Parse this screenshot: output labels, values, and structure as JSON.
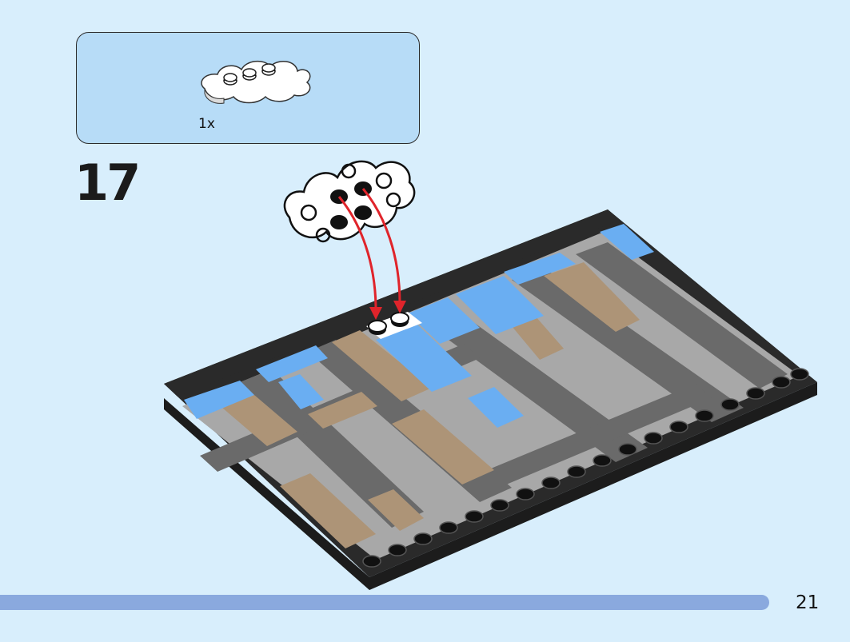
{
  "parts_callout": {
    "quantity": "1x",
    "part_icon": "cloud-plate-icon"
  },
  "step": {
    "number": "17"
  },
  "footer": {
    "page_number": "21",
    "progress": 0.905
  },
  "colors": {
    "background": "#d8eefc",
    "callout_bg": "#b7dcf7",
    "progress_bar": "#8aa9de",
    "arrow": "#e0242b",
    "light_gray": "#a8a8a8",
    "dark_gray": "#6a6a6a",
    "tan": "#ad9477",
    "blue": "#6aaef2",
    "black": "#2a2a2a"
  }
}
